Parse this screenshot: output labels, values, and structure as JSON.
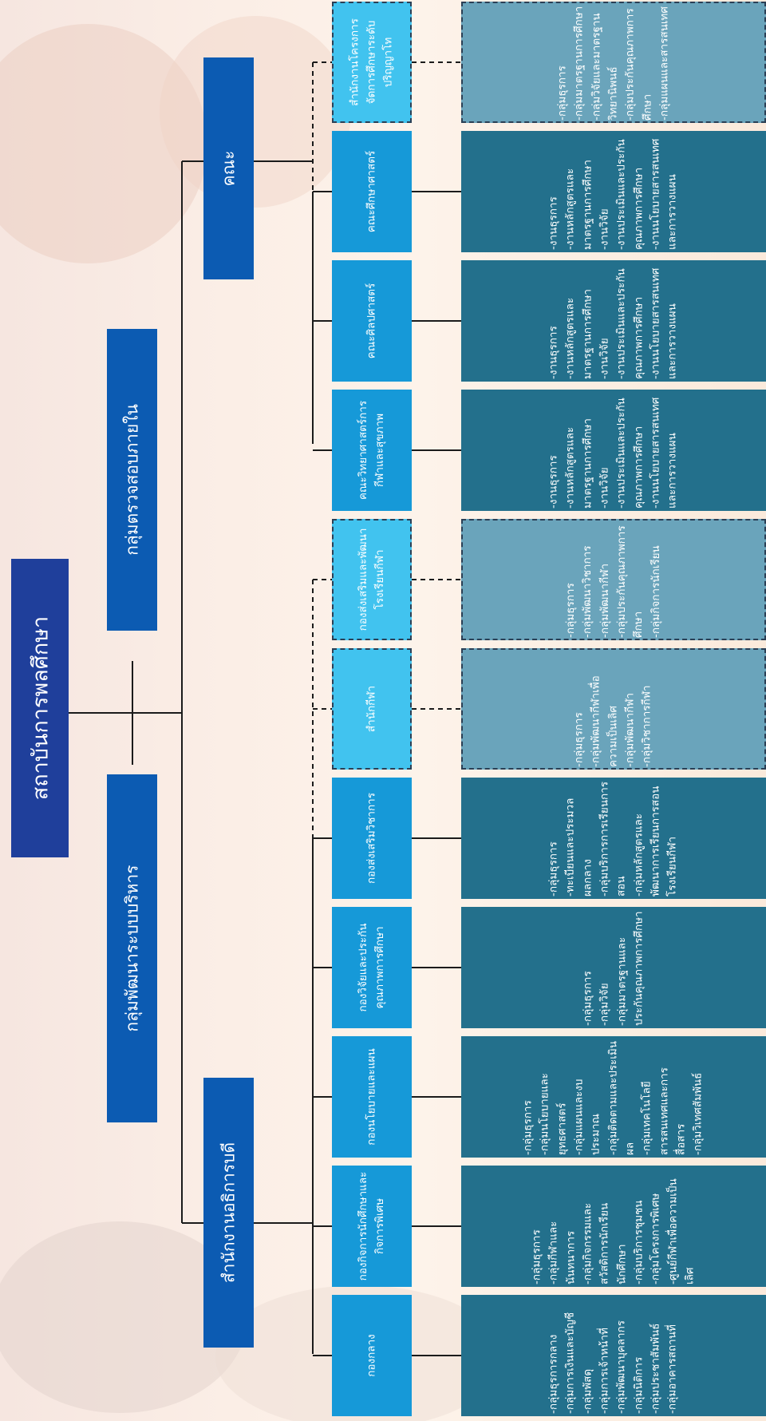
{
  "title": "สถาบันการพลศึกษา",
  "groups": {
    "development": "กลุ่มพัฒนาระบบบริหาร",
    "audit": "กลุ่มตรวจสอบภายใน"
  },
  "branches": {
    "office": "สำนักงานอธิการบดี",
    "faculty": "คณะ"
  },
  "units": [
    {
      "label": "กองกลาง"
    },
    {
      "label": "กองกิจการนักศึกษาและกิจการพิเศษ"
    },
    {
      "label": "กองนโยบายและแผน"
    },
    {
      "label": "กองวิจัยและประกันคุณภาพการศึกษา"
    },
    {
      "label": "กองส่งเสริมวิชาการ"
    },
    {
      "label": "สำนักกีฬา"
    },
    {
      "label": "กองส่งเสริมและพัฒนาโรงเรียนกีฬา"
    },
    {
      "label": "คณะวิทยาศาสตร์การกีฬาและสุขภาพ"
    },
    {
      "label": "คณะศิลปศาสตร์"
    },
    {
      "label": "คณะศึกษาศาสตร์"
    },
    {
      "label": "สำนักงานโครงการจัดการศึกษาระดับปริญญาโท"
    }
  ],
  "details": [
    [
      "-กลุ่มธุรการกลาง",
      "-กลุ่มการเงินและบัญชี",
      "-กลุ่มพัสดุ",
      "-กลุ่มการเจ้าหน้าที่",
      "-กลุ่มพัฒนาบุคลากร",
      "-กลุ่มนิติการ",
      "-กลุ่มประชาสัมพันธ์",
      "-กลุ่มอาคารสถานที่"
    ],
    [
      "-กลุ่มธุรการ",
      "-กลุ่มกีฬาและนันทนาการ",
      "-กลุ่มกิจกรรมและสวัสดิการนักเรียนนักศึกษา",
      "-กลุ่มบริการชุมชน",
      "-กลุ่มโครงการพิเศษ",
      "-ศูนย์กีฬาเพื่อความเป็นเลิศ"
    ],
    [
      "-กลุ่มธุรการ",
      "-กลุ่มนโยบายและยุทธศาสตร์",
      "-กลุ่มแผนและงบประมาณ",
      "-กลุ่มติดตามและประเมินผล",
      "-กลุ่มเทคโนโลยีสารสนเทศและการสื่อสาร",
      "-กลุ่มวิเทศสัมพันธ์"
    ],
    [
      "-กลุ่มธุรการ",
      "-กลุ่มวิจัย",
      "-กลุ่มมาตรฐานและประกันคุณภาพการศึกษา"
    ],
    [
      "-กลุ่มธุรการ",
      "-ทะเบียนและประมวลผลกลาง",
      "-กลุ่มบริการการเรียนการสอน",
      "-กลุ่มหลักสูตรและพัฒนาการเรียนการสอนโรงเรียนกีฬา"
    ],
    [
      "-กลุ่มธุรการ",
      "-กลุ่มพัฒนากีฬาเพื่อความเป็นเลิศ",
      "-กลุ่มพัฒนากีฬา",
      "-กลุ่มวิชาการกีฬา"
    ],
    [
      "-กลุ่มธุรการ",
      "-กลุ่มพัฒนาวิชาการ",
      "-กลุ่มพัฒนากีฬา",
      "-กลุ่มประกันคุณภาพการศึกษา",
      "-กลุ่มกิจการนักเรียน"
    ],
    [
      "-งานธุรการ",
      "-งานหลักสูตรและมาตรฐานการศึกษา",
      "-งานวิจัย",
      "-งานประเมินและประกันคุณภาพการศึกษา",
      "-งานนโยบายสารสนเทศและการวางแผน"
    ],
    [
      "-งานธุรการ",
      "-งานหลักสูตรและมาตรฐานการศึกษา",
      "-งานวิจัย",
      "-งานประเมินและประกันคุณภาพการศึกษา",
      "-งานนโยบายสารสนเทศและการวางแผน"
    ],
    [
      "-งานธุรการ",
      "-งานหลักสูตรและมาตรฐานการศึกษา",
      "-งานวิจัย",
      "-งานประเมินและประกันคุณภาพการศึกษา",
      "-งานนโยบายสารสนเทศและการวางแผน"
    ],
    [
      "-กลุ่มธุรการ",
      "-กลุ่มมาตรฐานการศึกษา",
      "-กลุ่มวิจัยและมาตรฐานวิทยานิพนธ์",
      "-กลุ่มประกันคุณภาพการศึกษา",
      "-กลุ่มแผนและสารสนเทศ"
    ]
  ],
  "colors": {
    "title_box": "#1f3f9b",
    "level2_box": "#0c5bb2",
    "unit_box": "#1699d8",
    "unit_box_dashed": "#41c3ef",
    "detail_box": "#23708c",
    "detail_box_dashed": "#6aa4bb"
  }
}
